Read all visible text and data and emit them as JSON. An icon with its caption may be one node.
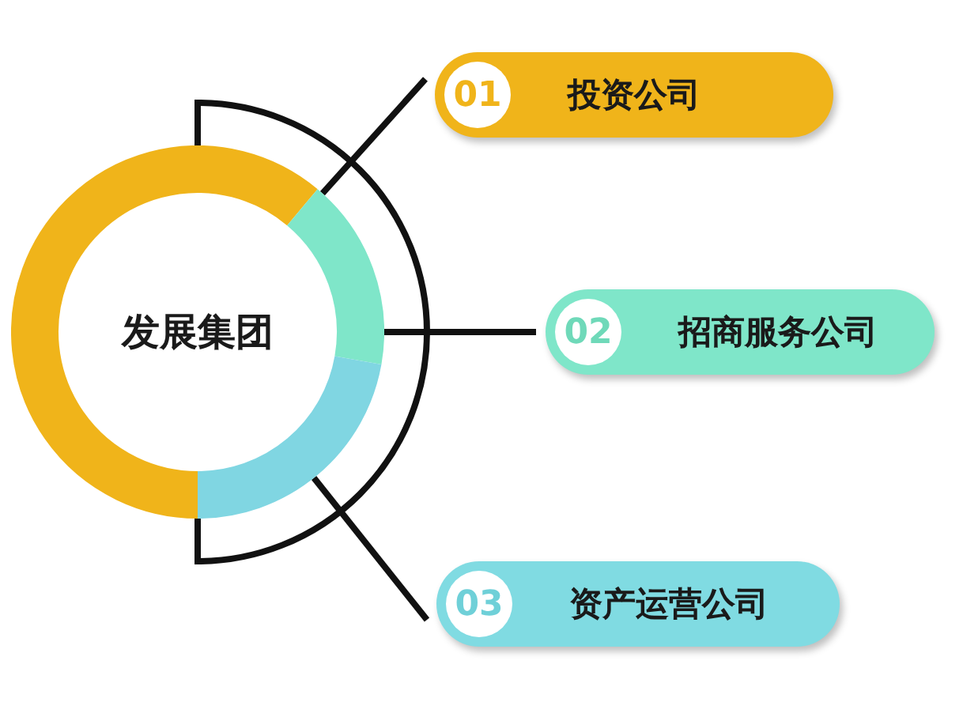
{
  "diagram": {
    "nodes": [
      {
        "text": [
          "发展集团"
        ]
      },
      {
        "text": [
          "01",
          "投资公司"
        ]
      },
      {
        "text": [
          "02",
          "招商服务公司"
        ]
      },
      {
        "text": [
          "03",
          "资产运营公司"
        ]
      }
    ],
    "edges": [
      {
        "from": 0,
        "to": 1,
        "arrow": "none"
      },
      {
        "from": 0,
        "to": 2,
        "arrow": "none"
      },
      {
        "from": 0,
        "to": 3,
        "arrow": "none"
      }
    ]
  }
}
